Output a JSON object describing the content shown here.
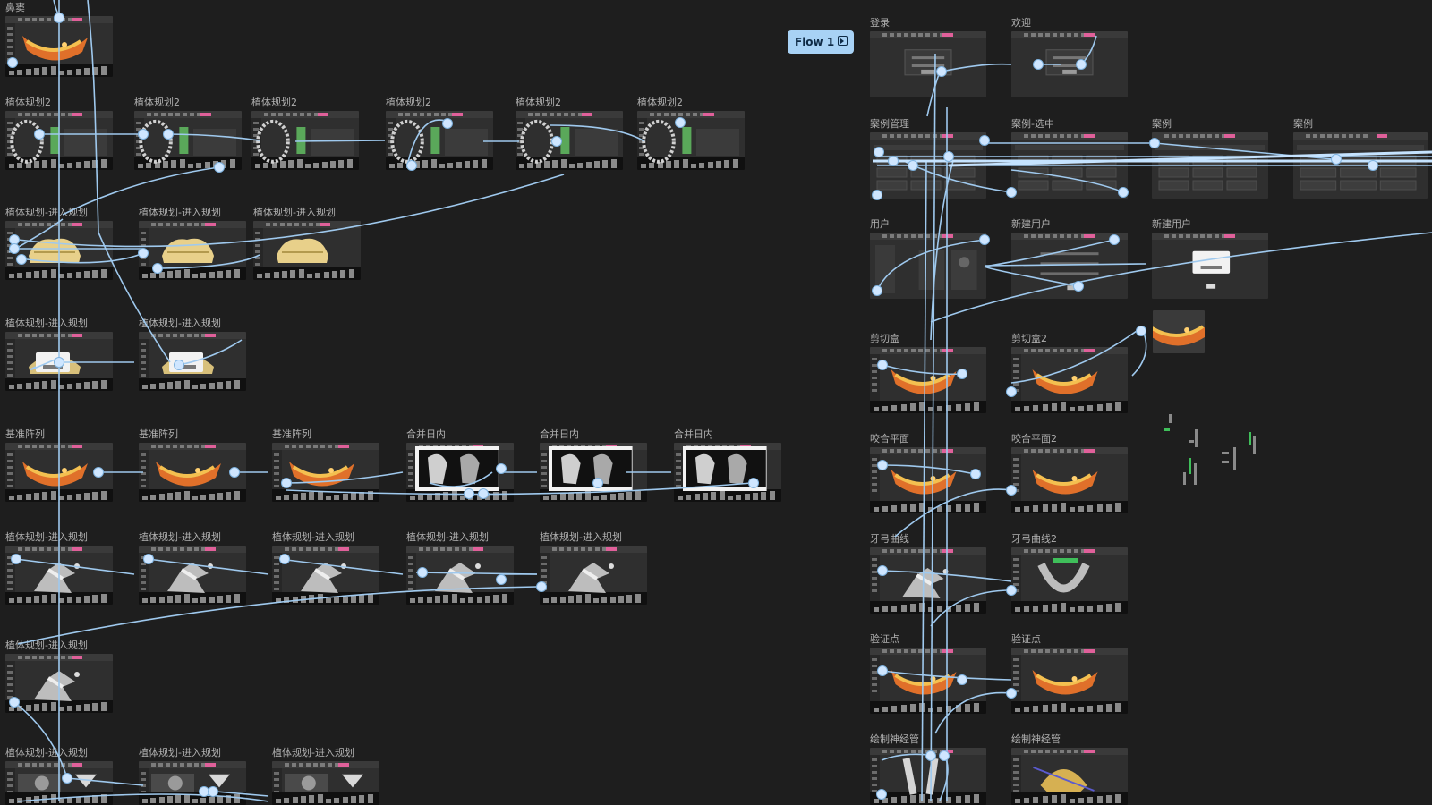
{
  "flow": {
    "label": "Flow 1",
    "icon": "play-frame-icon"
  },
  "colors": {
    "canvas": "#1e1e1e",
    "connector": "#9fc9ee",
    "flow_badge": "#a8d2f5",
    "thumb_bg": "#2f2f2f",
    "badge_pink": "#e0609a",
    "accent_green": "#3fbf5a"
  },
  "frames": [
    {
      "label": "鼻窦",
      "kind": "orange"
    },
    {
      "label": "植体规划2",
      "kind": "arch"
    },
    {
      "label": "植体规划2",
      "kind": "arch"
    },
    {
      "label": "植体规划2",
      "kind": "arch"
    },
    {
      "label": "植体规划2",
      "kind": "arch"
    },
    {
      "label": "植体规划2",
      "kind": "arch"
    },
    {
      "label": "植体规划2",
      "kind": "arch"
    },
    {
      "label": "植体规划-进入规划",
      "kind": "yellow"
    },
    {
      "label": "植体规划-进入规划",
      "kind": "yellow"
    },
    {
      "label": "植体规划-进入规划",
      "kind": "yellow"
    },
    {
      "label": "植体规划-进入规划",
      "kind": "yellow-dialog"
    },
    {
      "label": "植体规划-进入规划",
      "kind": "yellow-dialog"
    },
    {
      "label": "基准阵列",
      "kind": "orange"
    },
    {
      "label": "基准阵列",
      "kind": "orange"
    },
    {
      "label": "基准阵列",
      "kind": "orange"
    },
    {
      "label": "合并日内",
      "kind": "xray"
    },
    {
      "label": "合并日内",
      "kind": "xray"
    },
    {
      "label": "合并日内",
      "kind": "xray"
    },
    {
      "label": "植体规划-进入规划",
      "kind": "gray3d"
    },
    {
      "label": "植体规划-进入规划",
      "kind": "gray3d"
    },
    {
      "label": "植体规划-进入规划",
      "kind": "gray3d"
    },
    {
      "label": "植体规划-进入规划",
      "kind": "gray3d"
    },
    {
      "label": "植体规划-进入规划",
      "kind": "gray3d"
    },
    {
      "label": "植体规划-进入规划",
      "kind": "gray3d"
    },
    {
      "label": "植体规划-进入规划",
      "kind": "scan"
    },
    {
      "label": "植体规划-进入规划",
      "kind": "scan"
    },
    {
      "label": "植体规划-进入规划",
      "kind": "scan"
    },
    {
      "label": "登录",
      "kind": "dialog"
    },
    {
      "label": "欢迎",
      "kind": "dialog"
    },
    {
      "label": "案例管理",
      "kind": "table"
    },
    {
      "label": "案例-选中",
      "kind": "table"
    },
    {
      "label": "案例",
      "kind": "table"
    },
    {
      "label": "案例",
      "kind": "table"
    },
    {
      "label": "用户",
      "kind": "users"
    },
    {
      "label": "新建用户",
      "kind": "form"
    },
    {
      "label": "新建用户",
      "kind": "modal"
    },
    {
      "label": "剪切盒",
      "kind": "orange"
    },
    {
      "label": "剪切盒2",
      "kind": "orange"
    },
    {
      "label": "咬合平面",
      "kind": "orange"
    },
    {
      "label": "咬合平面2",
      "kind": "orange"
    },
    {
      "label": "牙弓曲线",
      "kind": "gray3d"
    },
    {
      "label": "牙弓曲线2",
      "kind": "archgray"
    },
    {
      "label": "验证点",
      "kind": "orange"
    },
    {
      "label": "验证点",
      "kind": "orange"
    },
    {
      "label": "绘制神经管",
      "kind": "nerve"
    },
    {
      "label": "绘制神经管",
      "kind": "nerve-gold"
    },
    {
      "label": "",
      "kind": "floating-orange"
    }
  ]
}
